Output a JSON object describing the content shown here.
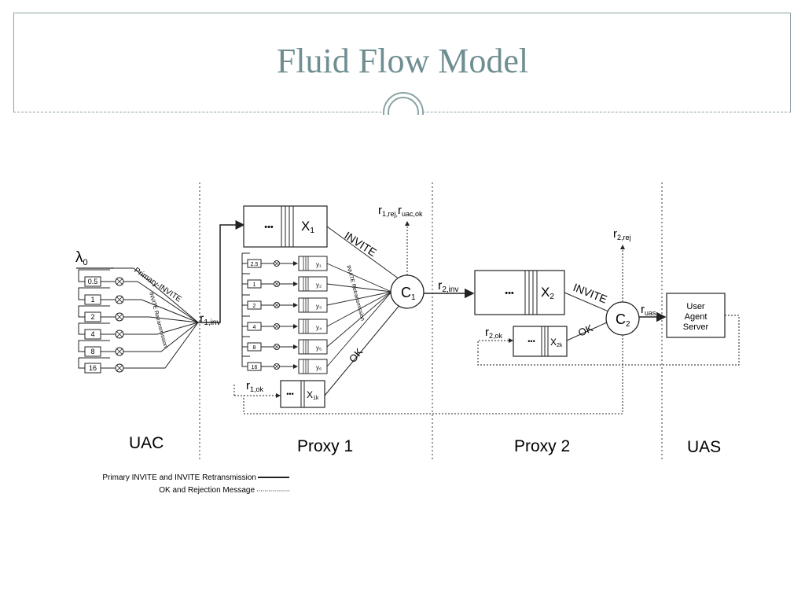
{
  "slide": {
    "title": "Fluid Flow Model"
  },
  "colors": {
    "title": "#6f8e92",
    "frame": "#8aa3a4",
    "ink": "#222222"
  },
  "diagram": {
    "sections": {
      "uac": "UAC",
      "proxy1": "Proxy 1",
      "proxy2": "Proxy 2",
      "uas": "UAS"
    },
    "uac": {
      "lambda0": "λ",
      "lambda0_sub": "0",
      "timers": [
        "0.5",
        "1",
        "2",
        "4",
        "8",
        "16"
      ],
      "primary_invite": "Primary-INVITE",
      "invite_retrans": "INVITE Retransmission"
    },
    "rates": {
      "r1_inv": "r",
      "r1_inv_sub": "1,inv",
      "r1_rej": "r",
      "r1_rej_sub": "1,rej,",
      "ruac_ok": "r",
      "ruac_ok_sub": "uac,ok",
      "r2_inv": "r",
      "r2_inv_sub": "2,inv",
      "r2_rej": "r",
      "r2_rej_sub": "2,rej",
      "r2_ok": "r",
      "r2_ok_sub": "2,ok",
      "r1_ok": "r",
      "r1_ok_sub": "1,ok",
      "ruas": "r",
      "ruas_sub": "uas"
    },
    "proxy1": {
      "queue_top": "X",
      "queue_top_sub": "1",
      "queue_ok": "X",
      "queue_ok_sub": "1k",
      "timers": [
        "2.5",
        "1",
        "2",
        "4",
        "8",
        "16"
      ],
      "y_labels": [
        "y₁",
        "y₂",
        "y₃",
        "y₄",
        "y₅",
        "y₆"
      ],
      "controller": "C",
      "controller_sub": "1",
      "invite_label": "INVITE",
      "retrans_label": "INVITE Retransmission",
      "ok_label": "OK",
      "dots": "•••"
    },
    "proxy2": {
      "queue_top": "X",
      "queue_top_sub": "2",
      "queue_ok": "X",
      "queue_ok_sub": "2k",
      "controller": "C",
      "controller_sub": "2",
      "invite_label": "INVITE",
      "ok_label": "OK",
      "dots": "•••"
    },
    "server": {
      "line1": "User",
      "line2": "Agent",
      "line3": "Server"
    },
    "legend": {
      "solid": "Primary INVITE and INVITE Retransmission",
      "dotted": "OK and Rejection Message"
    }
  }
}
